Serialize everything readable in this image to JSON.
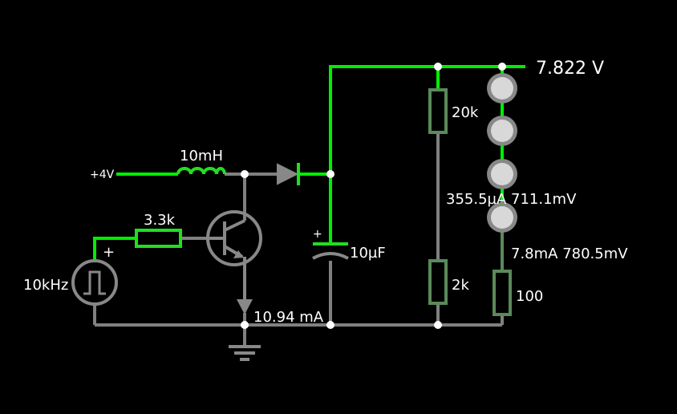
{
  "colors": {
    "background": "#000000",
    "live_wire": "#00ee00",
    "ground_wire": "#808080",
    "component_live": "#22dd22",
    "component_dim": "#5a8a5a",
    "node": "#ffffff",
    "bulb_fill": "#d8d8d8",
    "text": "#ffffff"
  },
  "labels": {
    "supply": "+4V",
    "inductor": "10mH",
    "base_resistor": "3.3k",
    "source": "10kHz",
    "source_plus": "+",
    "capacitor_plus": "+",
    "capacitor": "10µF",
    "emitter_current": "10.94 mA",
    "output_voltage": "7.822 V",
    "r_top": "20k",
    "r_bottom": "2k",
    "divider_reading": "355.5µA 711.1mV",
    "led_reading": "7.8mA 780.5mV",
    "r_led": "100"
  },
  "icons": {
    "source": "square-wave-source-icon",
    "transistor": "npn-transistor-icon",
    "diode": "diode-icon",
    "inductor": "inductor-icon",
    "capacitor": "electrolytic-capacitor-icon",
    "ground": "ground-icon",
    "bulb": "lamp-icon"
  }
}
